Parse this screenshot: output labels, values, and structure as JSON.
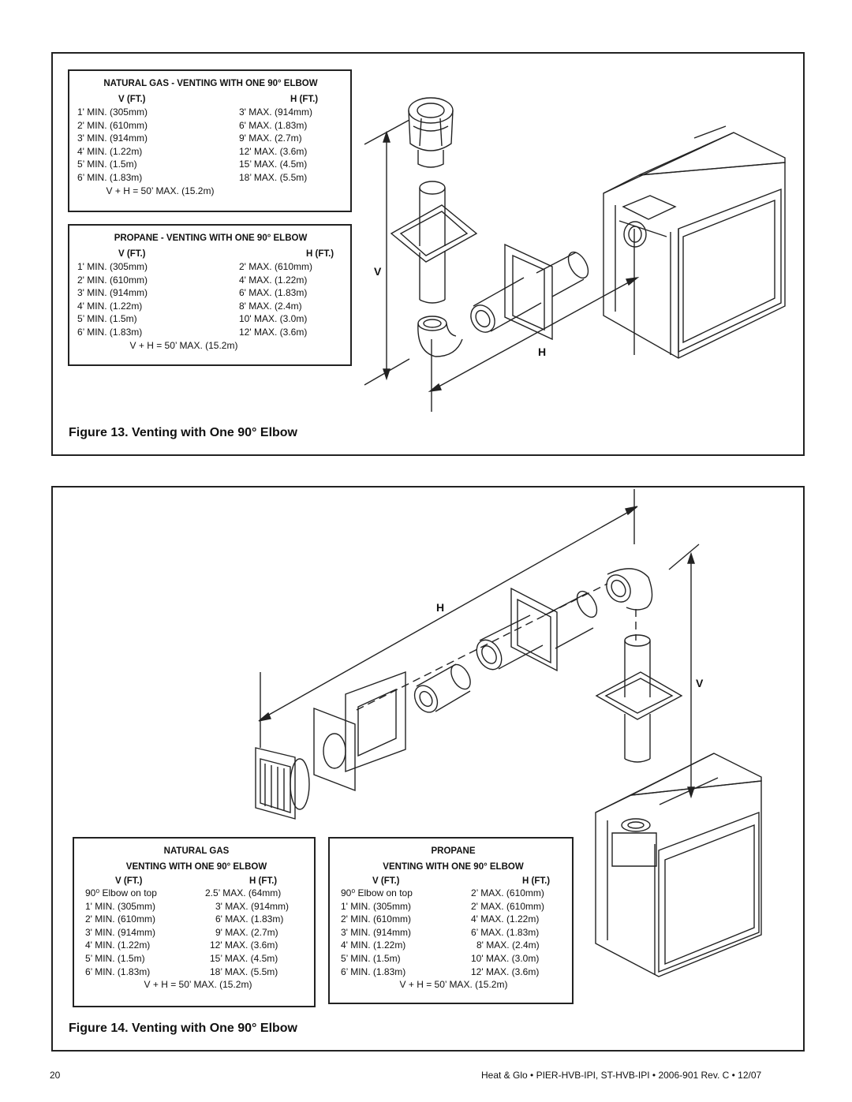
{
  "figure13": {
    "caption": "Figure 13.  Venting with One 90° Elbow",
    "label_v": "V",
    "label_h": "H",
    "natural_gas": {
      "title": "NATURAL GAS - VENTING WITH ONE 90° ELBOW",
      "col_v": "V (FT.)",
      "col_h": "H (FT.)",
      "rows": [
        [
          "1' MIN. (305mm)",
          "3' MAX.  (914mm)"
        ],
        [
          "2' MIN. (610mm)",
          "6' MAX.  (1.83m)"
        ],
        [
          "3' MIN. (914mm)",
          "9' MAX.  (2.7m)"
        ],
        [
          "4' MIN. (1.22m)",
          "12' MAX.  (3.6m)"
        ],
        [
          "5’ MIN. (1.5m)",
          "15’ MAX.  (4.5m)"
        ],
        [
          "6’ MIN. (1.83m)",
          "18’ MAX.  (5.5m)"
        ]
      ],
      "total": "V + H = 50’ MAX. (15.2m)"
    },
    "propane": {
      "title": "PROPANE - VENTING WITH ONE 90° ELBOW",
      "col_v": "V (FT.)",
      "col_h": "H (FT.)",
      "rows": [
        [
          "1' MIN. (305mm)",
          "2' MAX.  (610mm)"
        ],
        [
          "2' MIN. (610mm)",
          "4' MAX.  (1.22m)"
        ],
        [
          "3' MIN. (914mm)",
          "6' MAX.  (1.83m)"
        ],
        [
          "4' MIN. (1.22m)",
          "8' MAX.  (2.4m)"
        ],
        [
          "5’ MIN. (1.5m)",
          "10' MAX.  (3.0m)"
        ],
        [
          "6’ MIN. (1.83m)",
          "12' MAX.  (3.6m)"
        ]
      ],
      "total": "V + H = 50’ MAX. (15.2m)"
    }
  },
  "figure14": {
    "caption": "Figure 14.  Venting with One 90° Elbow",
    "label_v": "V",
    "label_h": "H",
    "natural_gas": {
      "title1": "NATURAL GAS",
      "title2": "VENTING WITH ONE 90° ELBOW",
      "col_v": "V (FT.)",
      "col_h": "H (FT.)",
      "rows": [
        [
          "90⁰ Elbow on top",
          "2.5’ MAX.  (64mm)"
        ],
        [
          "1' MIN. (305mm)",
          "3' MAX.  (914mm)"
        ],
        [
          "2' MIN. (610mm)",
          "6' MAX.  (1.83m)"
        ],
        [
          "3' MIN. (914mm)",
          "9' MAX.  (2.7m)"
        ],
        [
          "4' MIN. (1.22m)",
          "12' MAX.  (3.6m)"
        ],
        [
          "5’ MIN. (1.5m)",
          "15’ MAX.  (4.5m)"
        ],
        [
          "6’ MIN. (1.83m)",
          "18’ MAX.  (5.5m)"
        ]
      ],
      "total": "V + H = 50’ MAX. (15.2m)"
    },
    "propane": {
      "title1": "PROPANE",
      "title2": "VENTING WITH ONE 90° ELBOW",
      "col_v": "V (FT.)",
      "col_h": "H (FT.)",
      "rows": [
        [
          "90⁰ Elbow on top",
          "2’ MAX.  (610mm)"
        ],
        [
          "1' MIN. (305mm)",
          "2' MAX.  (610mm)"
        ],
        [
          "2' MIN. (610mm)",
          "4' MAX.  (1.22m)"
        ],
        [
          "3' MIN. (914mm)",
          "6’ MAX.  (1.83m)"
        ],
        [
          "4' MIN. (1.22m)",
          "8' MAX.  (2.4m)"
        ],
        [
          "5’ MIN. (1.5m)",
          "10' MAX.  (3.0m)"
        ],
        [
          "6’ MIN. (1.83m)",
          "12' MAX.  (3.6m)"
        ]
      ],
      "total": "V + H = 50’ MAX. (15.2m)"
    }
  },
  "footer": {
    "page_number": "20",
    "doc_info": "Heat & Glo • PIER-HVB-IPI, ST-HVB-IPI • 2006-901 Rev. C • 12/07"
  }
}
